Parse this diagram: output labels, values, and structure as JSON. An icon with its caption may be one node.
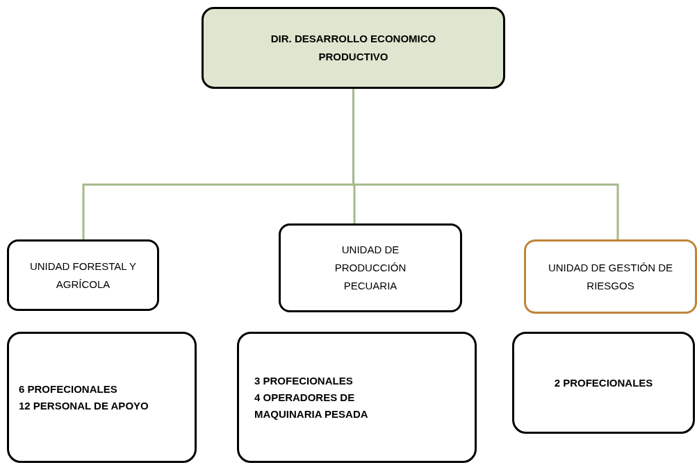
{
  "diagram": {
    "nodes": [
      {
        "text": [
          "DIR. DESARROLLO ECONOMICO PRODUCTIVO"
        ]
      },
      {
        "text": [
          "UNIDAD FORESTAL Y AGRÍCOLA"
        ]
      },
      {
        "text": [
          "UNIDAD DE PRODUCCIÓN PECUARIA"
        ]
      },
      {
        "text": [
          "UNIDAD DE GESTIÓN DE RIESGOS"
        ]
      },
      {
        "text": [
          "6 PROFECIONALES",
          "12 PERSONAL DE APOYO"
        ]
      },
      {
        "text": [
          "3 PROFECIONALES",
          "4 OPERADORES DE MAQUINARIA PESADA"
        ]
      },
      {
        "text": [
          "2 PROFECIONALES"
        ]
      }
    ],
    "edges": [
      {
        "from": 0,
        "to": 1,
        "arrow": "none"
      },
      {
        "from": 0,
        "to": 2,
        "arrow": "none"
      },
      {
        "from": 0,
        "to": 3,
        "arrow": "none"
      }
    ]
  }
}
